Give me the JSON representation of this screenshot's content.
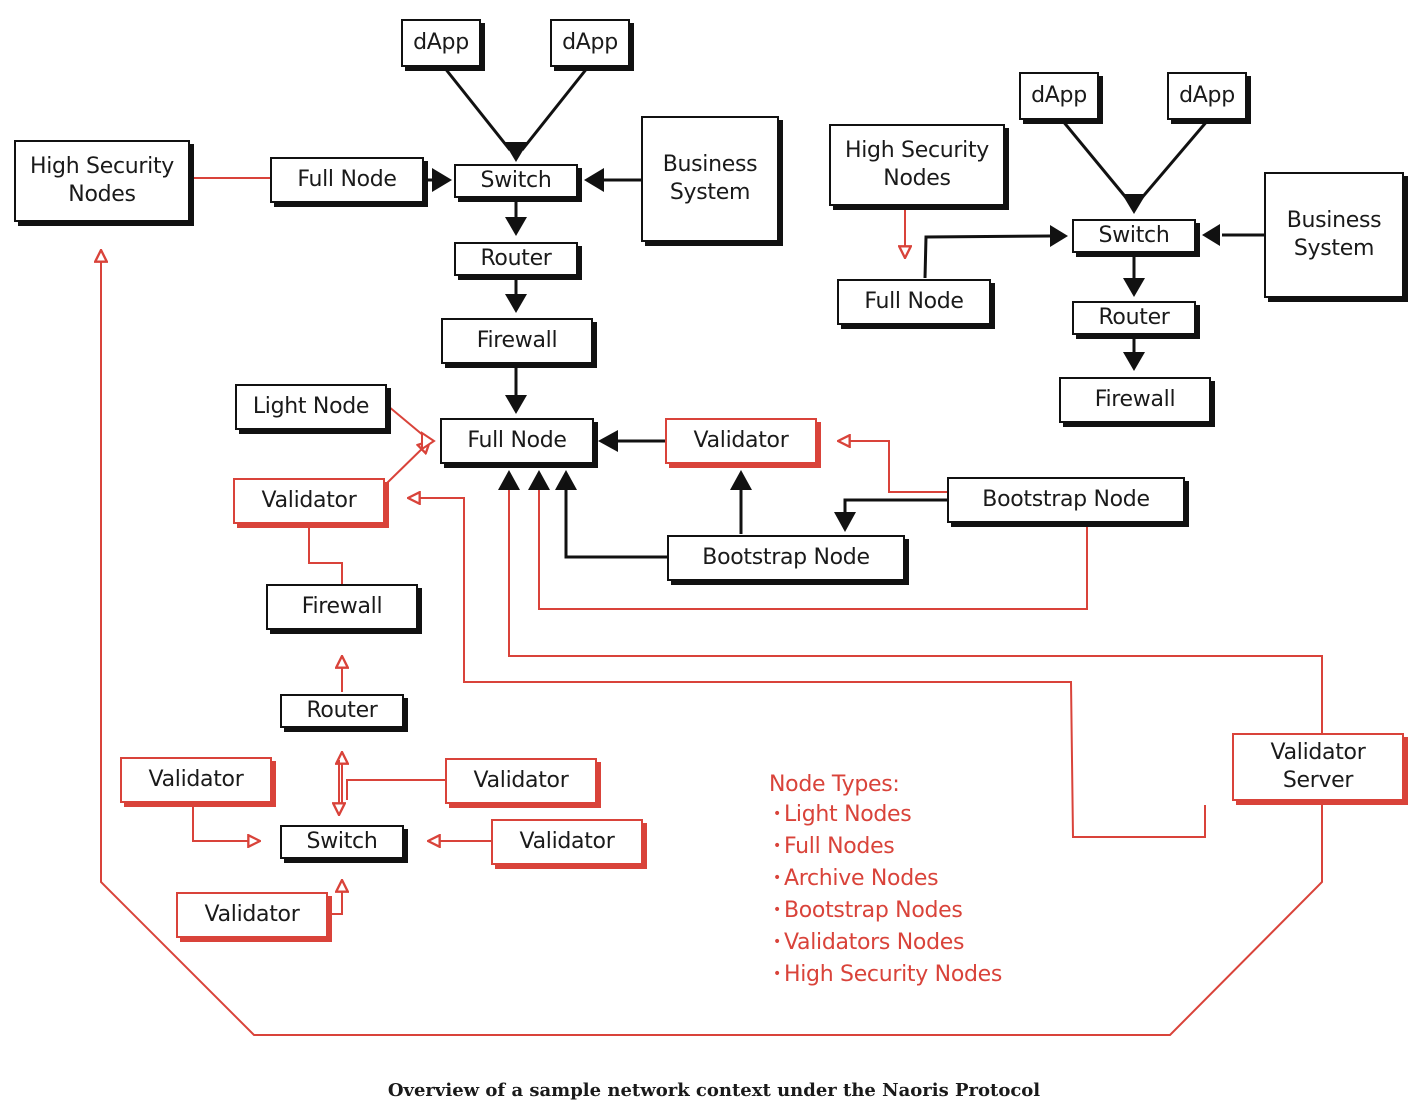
{
  "diagram": {
    "colors": {
      "primary": "#111111",
      "accent": "#d9433a"
    },
    "nodes": {
      "top_dapp_1": "dApp",
      "top_dapp_2": "dApp",
      "left_high_security": "High Security\nNodes",
      "top_full_node": "Full Node",
      "top_switch": "Switch",
      "top_business": "Business\nSystem",
      "top_router": "Router",
      "top_firewall": "Firewall",
      "right_dapp_1": "dApp",
      "right_dapp_2": "dApp",
      "right_high_security": "High Security\nNodes",
      "right_switch": "Switch",
      "right_business": "Business\nSystem",
      "right_full_node": "Full Node",
      "right_router": "Router",
      "right_firewall": "Firewall",
      "light_node": "Light Node",
      "center_full_node": "Full Node",
      "center_validator": "Validator",
      "left_validator": "Validator",
      "bootstrap_node_right": "Bootstrap Node",
      "bootstrap_node_center": "Bootstrap Node",
      "mid_firewall": "Firewall",
      "mid_router": "Router",
      "cluster_validator_tl": "Validator",
      "cluster_validator_tr": "Validator",
      "cluster_switch": "Switch",
      "cluster_validator_r": "Validator",
      "cluster_validator_bl": "Validator",
      "validator_server": "Validator\nServer"
    },
    "legend": {
      "title": "Node Types:",
      "items": [
        "Light Nodes",
        "Full Nodes",
        "Archive Nodes",
        "Bootstrap Nodes",
        "Validators Nodes",
        "High Security Nodes"
      ]
    },
    "caption": "Overview of a sample network context under the Naoris Protocol"
  }
}
